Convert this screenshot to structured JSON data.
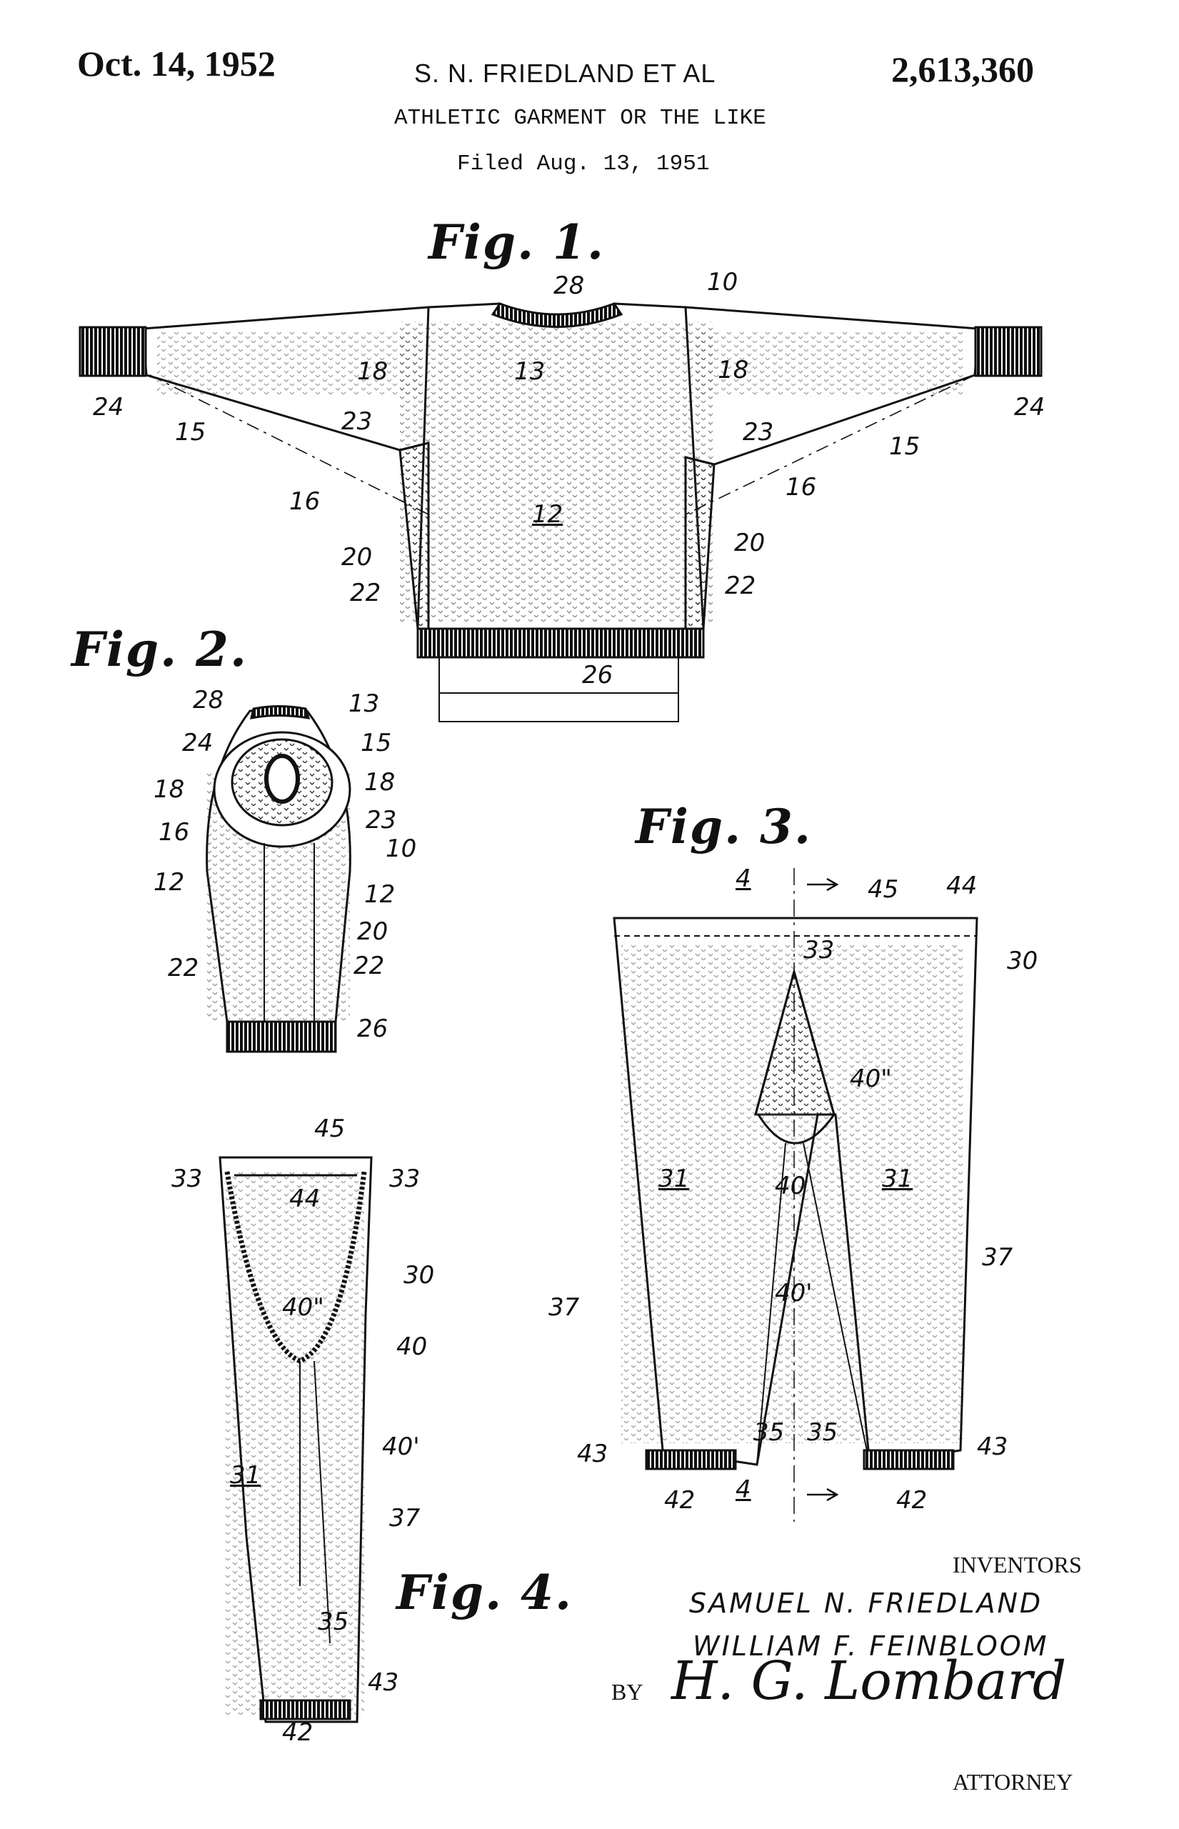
{
  "header": {
    "date": "Oct. 14, 1952",
    "names": "S. N. FRIEDLAND ET AL",
    "patent_number": "2,613,360",
    "title": "ATHLETIC GARMENT OR THE LIKE",
    "filed": "Filed Aug. 13, 1951"
  },
  "figures": {
    "fig1": "Fig. 1.",
    "fig2": "Fig. 2.",
    "fig3": "Fig. 3.",
    "fig4": "Fig. 4."
  },
  "refs": {
    "r10": "10",
    "r12": "12",
    "r13": "13",
    "r15": "15",
    "r16": "16",
    "r18": "18",
    "r20": "20",
    "r22": "22",
    "r23": "23",
    "r24": "24",
    "r26": "26",
    "r28": "28",
    "r30": "30",
    "r31": "31",
    "r33": "33",
    "r35": "35",
    "r37": "37",
    "r40": "40",
    "r40p": "40'",
    "r40pp": "40\"",
    "r42": "42",
    "r43": "43",
    "r44": "44",
    "r45": "45",
    "r4": "4"
  },
  "inventors": {
    "heading": "INVENTORS",
    "name1": "SAMUEL N. FRIEDLAND",
    "name2": "WILLIAM F. FEINBLOOM",
    "by": "BY",
    "signature": "H. G. Lombard",
    "role": "ATTORNEY"
  }
}
